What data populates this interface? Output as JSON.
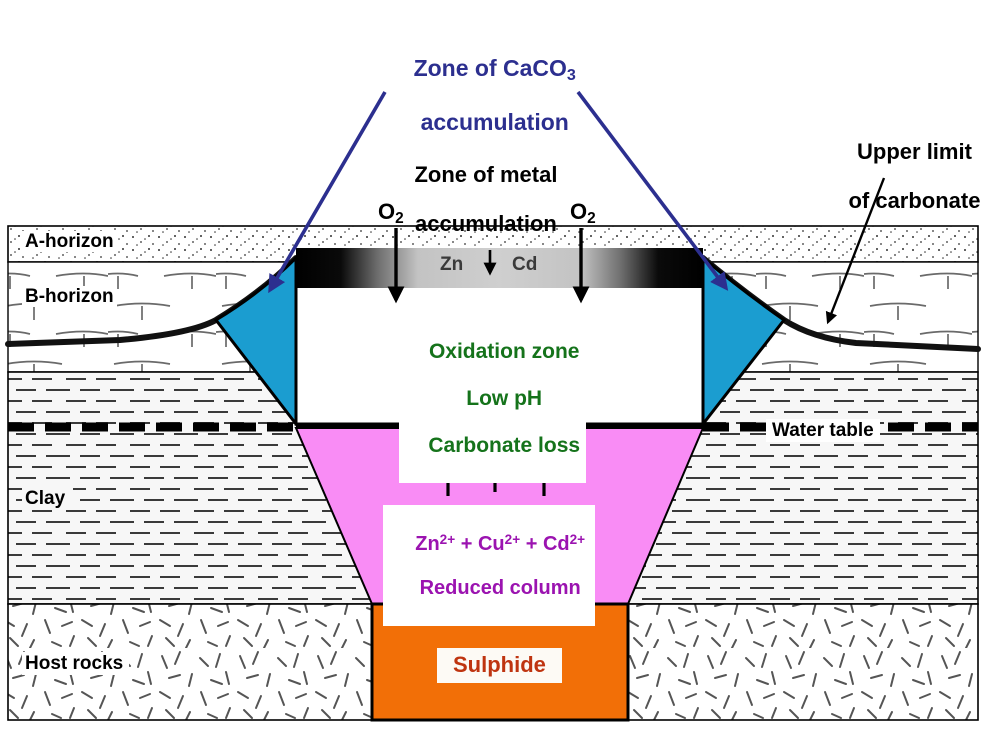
{
  "diagram": {
    "title": "Soil profile cross-section of oxidation and reduced column above a sulphide body",
    "colors": {
      "carbonate_zone": "#1b9dd0",
      "reduced_column": "#f98cf5",
      "sulphide": "#f26f07",
      "oxidation_text": "#15731b",
      "reduced_text": "#9b13b0",
      "sulphide_text": "#bf3410",
      "caco3_label_text": "#2c2f8f",
      "arrow_blue": "#2c2f8f",
      "outline": "#000000"
    }
  },
  "annotations": {
    "caco3_line1": "Zone of CaCO",
    "caco3_sub": "3",
    "caco3_line2": "accumulation",
    "metal_line1": "Zone of metal",
    "metal_line2": "accumulation",
    "upper_limit_line1": "Upper limit",
    "upper_limit_line2": "of carbonate",
    "o2_left": "O",
    "o2_left_sub": "2",
    "o2_right": "O",
    "o2_right_sub": "2",
    "water_table": "Water table"
  },
  "layers": {
    "a_horizon": "A-horizon",
    "b_horizon": "B-horizon",
    "clay": "Clay",
    "host_rocks": "Host rocks"
  },
  "zones": {
    "metal_band": {
      "element_left": "Zn",
      "element_right": "Cd"
    },
    "oxidation": {
      "line1": "Oxidation zone",
      "line2": "Low pH",
      "line3": "Carbonate loss"
    },
    "reduced": {
      "formula_parts": [
        "Zn",
        "2+",
        " + Cu",
        "2+",
        " + Cd",
        "2+"
      ],
      "zn": "Zn",
      "zn_charge": "2+",
      "plus1": " + ",
      "cu": "Cu",
      "cu_charge": "2+",
      "plus2": " + ",
      "cd": "Cd",
      "cd_charge": "2+",
      "label": "Reduced column"
    },
    "sulphide": {
      "label": "Sulphide"
    }
  },
  "icons": {
    "downward_o2_arrow": "down-arrow-icon",
    "upward_metal_arrow": "up-arrow-icon",
    "pointer_blue": "blue-pointer-arrow-icon",
    "pointer_black": "black-pointer-arrow-icon"
  }
}
